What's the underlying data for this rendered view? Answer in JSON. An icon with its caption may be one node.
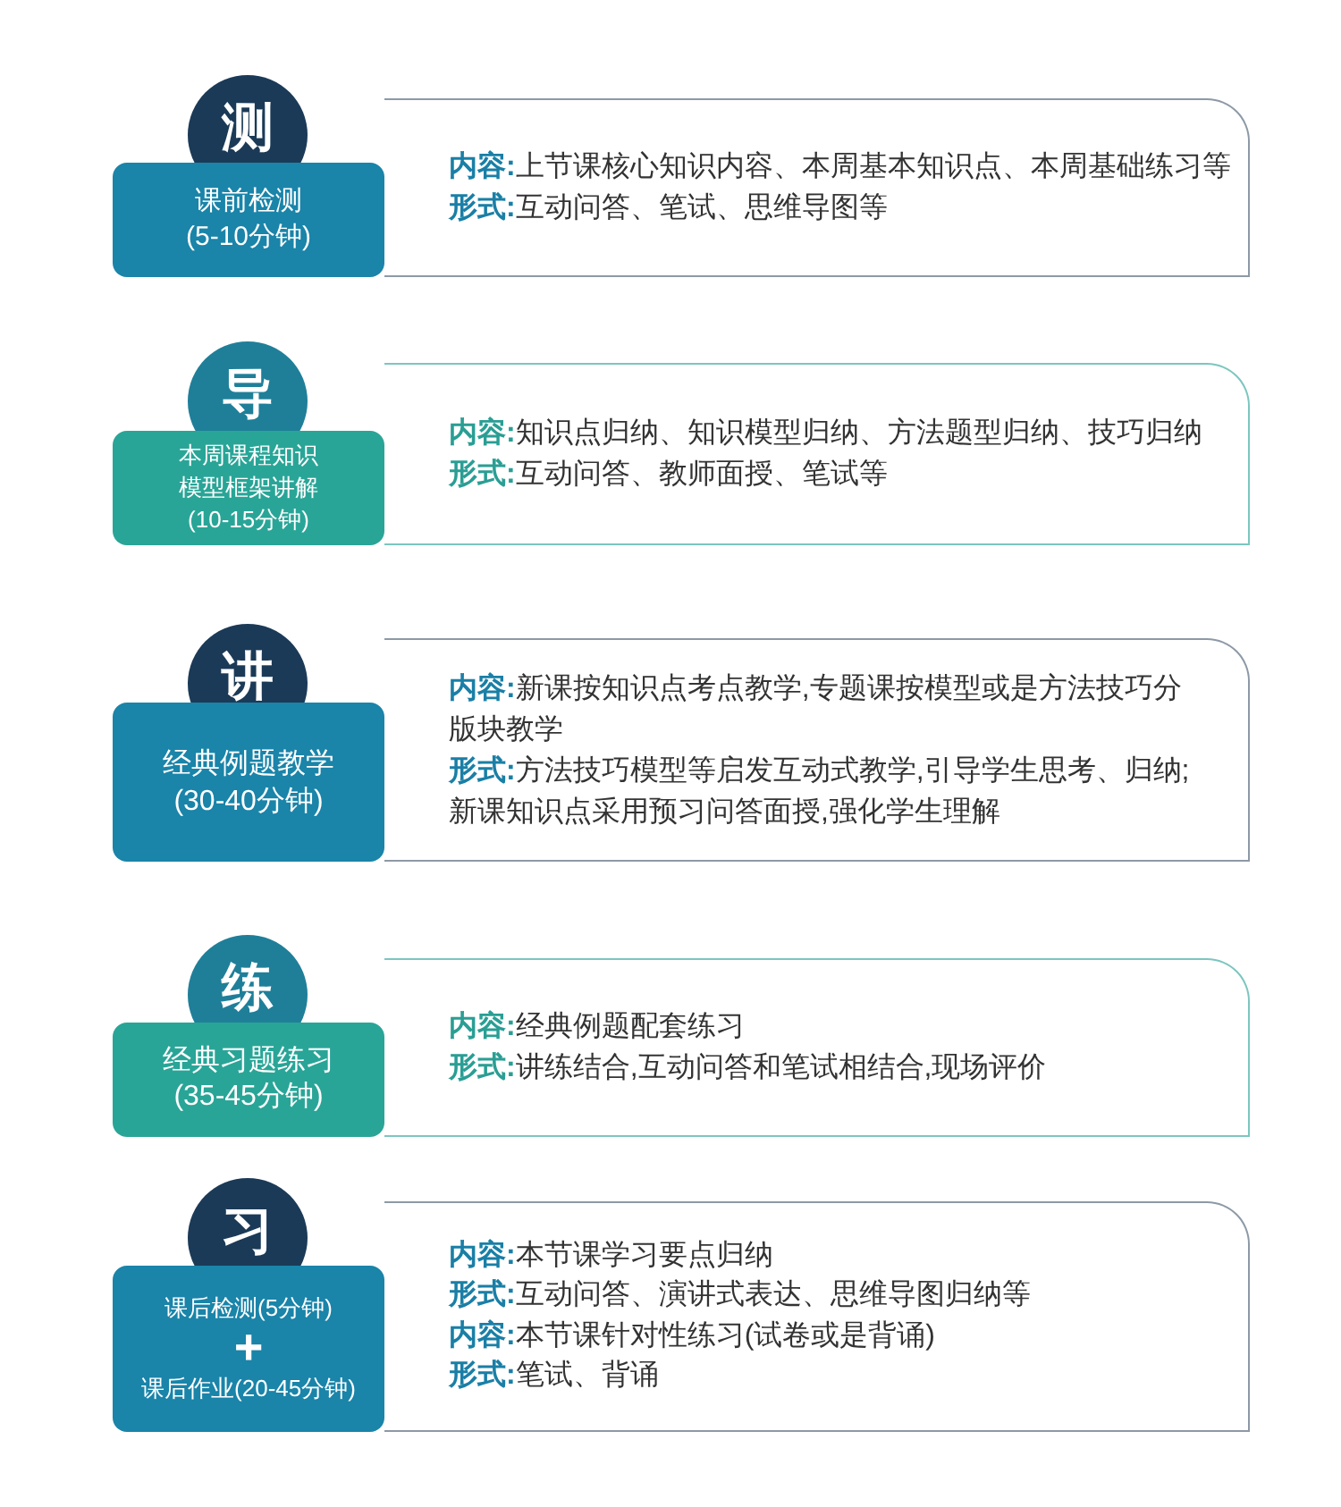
{
  "diagram": {
    "nodes": [
      {
        "text": [
          "测"
        ]
      },
      {
        "text": [
          "课前检测",
          "(5-10分钟)"
        ]
      },
      {
        "text": [
          "**内容:**上节课核心知识内容、本周基本知识点、本周基础练习等",
          "**形式:**互动问答、笔试、思维导图等"
        ]
      },
      {
        "text": [
          "导"
        ]
      },
      {
        "text": [
          "本周课程知识模型框架讲解",
          "(10-15分钟)"
        ]
      },
      {
        "text": [
          "**内容:**知识点归纳、知识模型归纳、方法题型归纳、技巧归纳",
          "**形式:**互动问答、教师面授、笔试等"
        ]
      },
      {
        "text": [
          "讲"
        ]
      },
      {
        "text": [
          "经典例题教学",
          "(30-40分钟)"
        ]
      },
      {
        "text": [
          "**内容:**新课按知识点考点教学,专题课按模型或是方法技巧分版块教学",
          "**形式:**方法技巧模型等启发互动式教学,引导学生思考、归纳;新课知识点采用预习问答面授,强化学生理解"
        ]
      },
      {
        "text": [
          "练"
        ]
      },
      {
        "text": [
          "经典习题练习",
          "(35-45分钟)"
        ]
      },
      {
        "text": [
          "**内容:**经典例题配套练习",
          "**形式:**讲练结合,互动问答和笔试相结合,现场评价"
        ]
      },
      {
        "text": [
          "习"
        ]
      },
      {
        "text": [
          "课后检测(5分钟)",
          "+",
          "课后作业(20-45分钟)"
        ]
      },
      {
        "text": [
          "**内容:**本节课学习要点归纳",
          "**形式:**互动问答、演讲式表达、思维导图归纳等",
          "**内容:**本节课针对性练习(试卷或是背诵)",
          "**形式:**笔试、背诵"
        ]
      }
    ]
  }
}
